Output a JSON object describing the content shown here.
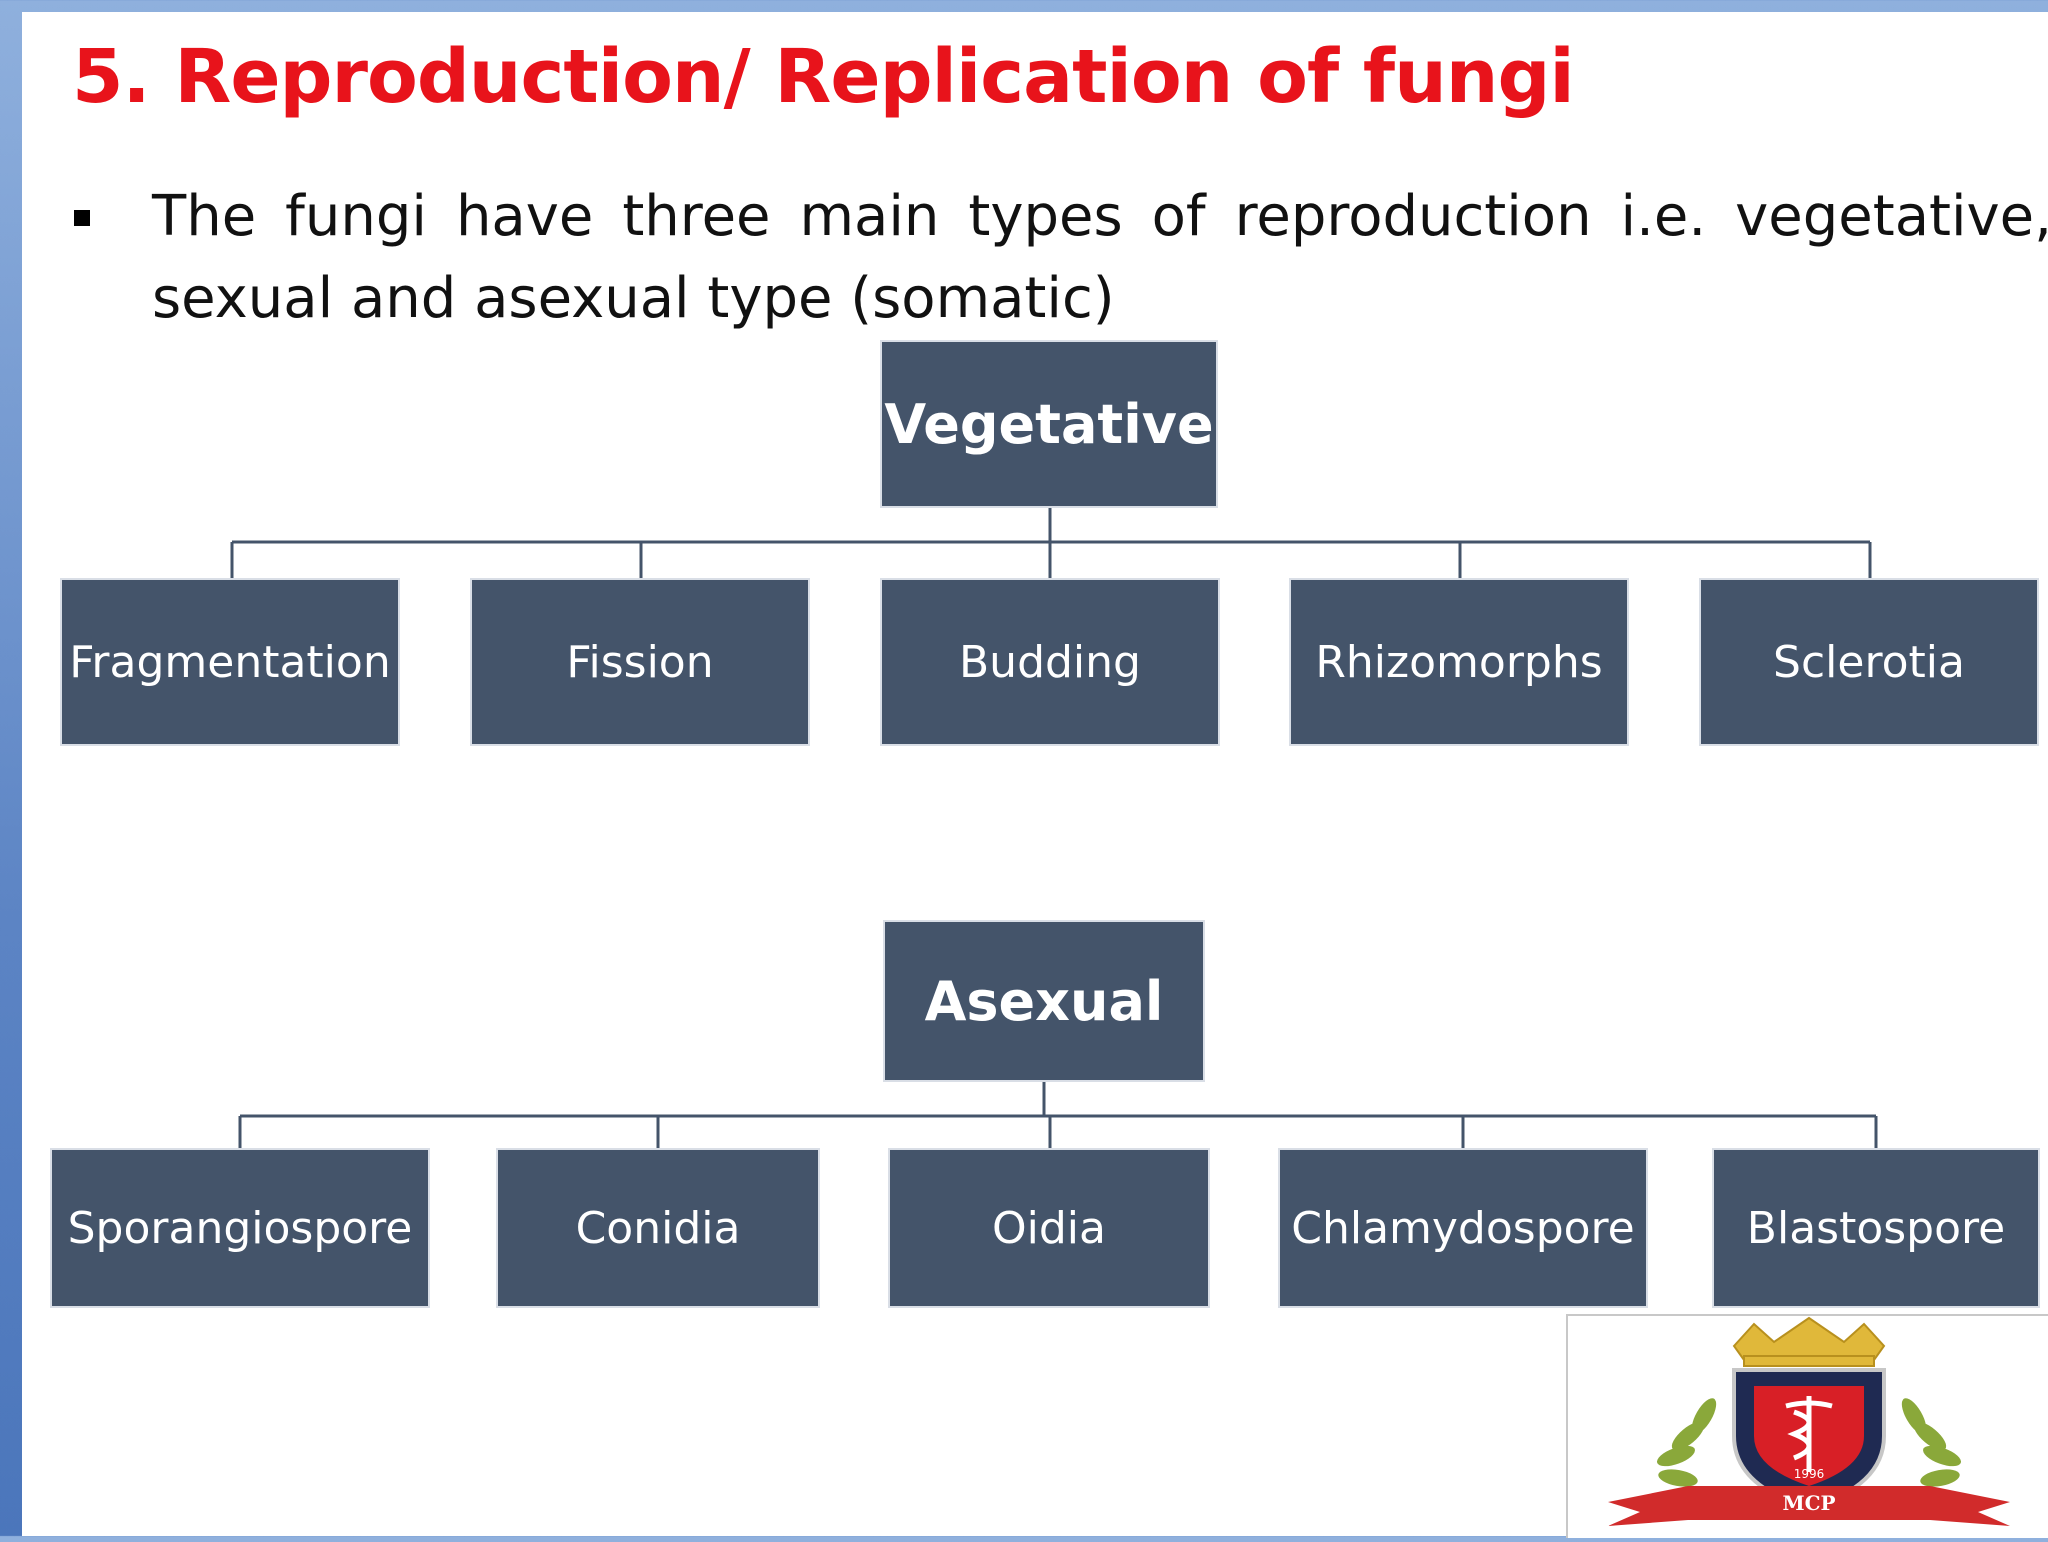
{
  "slide": {
    "title": "5. Reproduction/ Replication of fungi",
    "bullet_words": [
      "The",
      "fungi",
      "have",
      "three",
      "main",
      "types",
      "of",
      "reproduction",
      "i.e.",
      "vegetative,"
    ],
    "bullet_line2": "sexual and asexual type (somatic)"
  },
  "diagram": {
    "vegetative": {
      "label": "Vegetative",
      "children": [
        "Fragmentation",
        "Fission",
        "Budding",
        "Rhizomorphs",
        "Sclerotia"
      ]
    },
    "asexual": {
      "label": "Asexual",
      "children": [
        "Sporangiospore",
        "Conidia",
        "Oidia",
        "Chlamydospore",
        "Blastospore"
      ]
    }
  },
  "logo": {
    "text": "MCP",
    "year": "1996"
  },
  "colors": {
    "title": "#e8131b",
    "box_fill": "#44546a",
    "box_text": "#ffffff",
    "connector": "#44546a",
    "background_gradient": "#5c84c4"
  }
}
